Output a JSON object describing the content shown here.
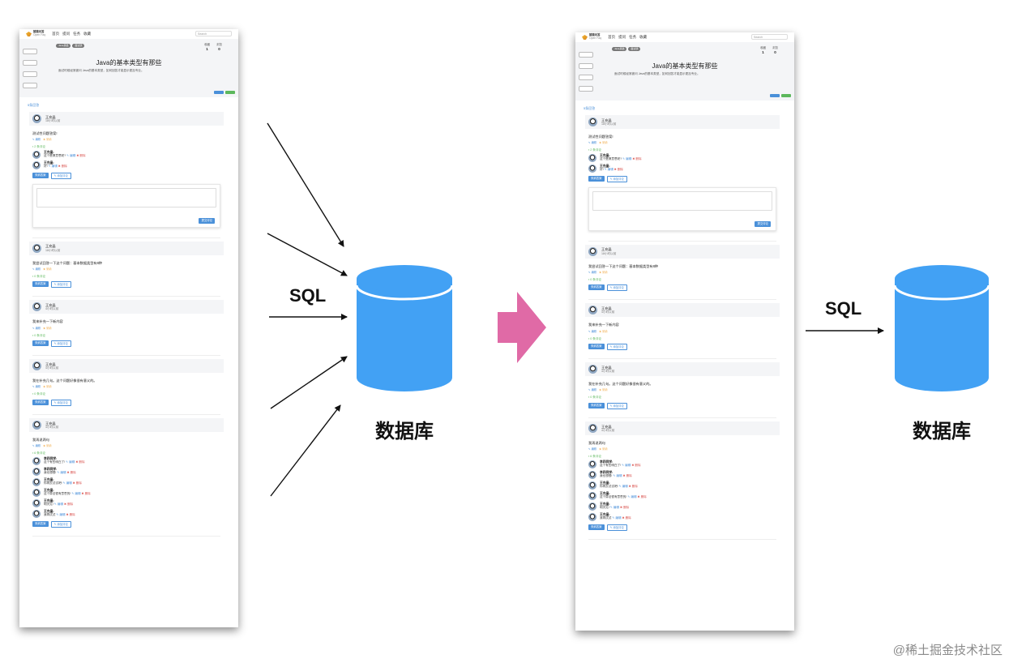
{
  "labels": {
    "sql_left": "SQL",
    "db_left": "数据库",
    "sql_right": "SQL",
    "db_right": "数据库",
    "watermark": "@稀土掘金技术社区"
  },
  "colors": {
    "database": "#42a1f4",
    "transition_arrow": "#e06aa6",
    "arrows": "#111111"
  },
  "screenshot": {
    "logo": {
      "line1": "猿猿问答",
      "line2": "Open Faq"
    },
    "nav": [
      "首页",
      "提问",
      "任务",
      "收藏"
    ],
    "search_placeholder": "Search",
    "tags": [
      "Java基础",
      "面试题"
    ],
    "stats": [
      {
        "label": "收藏",
        "value": "1"
      },
      {
        "label": "浏览",
        "value": "0"
      }
    ],
    "title": "Java的基本类型有那些",
    "subtitle": "面试时候经常被问 Java的基本类型，如何回答才能显示更加专业。",
    "answer_count": "5条回答",
    "actions": {
      "edit": "编辑",
      "adopt": "采纳",
      "delete": "删除"
    },
    "buttons": {
      "adopt_answer": "采纳答案",
      "add_comment": "添加评论",
      "submit_comment": "提交评论"
    },
    "answers": [
      {
        "author": "王充晶",
        "time": "18小时以前",
        "content": "测试性问题答案!",
        "comment_count": "2 条评论",
        "comments": [
          {
            "author": "王充晶:",
            "text": "这个是搞意思呢?"
          },
          {
            "author": "王充晶:",
            "text": "好!"
          }
        ],
        "has_form": true
      },
      {
        "author": "王充晶",
        "time": "18小时以前",
        "content": "我尝试回答一下这个问题：基本数据类型有8种",
        "comment_count": "0 条评论",
        "comments": []
      },
      {
        "author": "王充晶",
        "time": "4小时以前",
        "content": "我来补充一下新内容",
        "comment_count": "0 条评论",
        "comments": []
      },
      {
        "author": "王充晶",
        "time": "4小时以前",
        "content": "我在补充几句。这个问题好像很有意义的。",
        "comment_count": "0 条评论",
        "comments": []
      },
      {
        "author": "王充晶",
        "time": "4小时以前",
        "content": "我再说两句",
        "comment_count": "6 条评论",
        "comments": [
          {
            "author": "李四同学:",
            "text": "这个有些明白了!"
          },
          {
            "author": "李四同学:",
            "text": "我也想想!"
          },
          {
            "author": "王充晶:",
            "text": "你再去试试吧!"
          },
          {
            "author": "王充晶:",
            "text": "这个算法很有意思的!"
          },
          {
            "author": "王充晶:",
            "text": "明天见!"
          },
          {
            "author": "王充晶:",
            "text": "我再试试"
          }
        ]
      }
    ]
  }
}
